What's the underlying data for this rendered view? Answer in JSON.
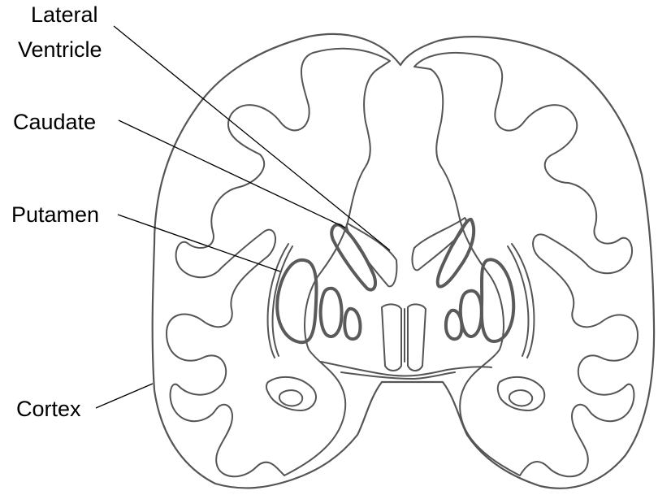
{
  "labels": {
    "lateral_ventricle_line1": "Lateral",
    "lateral_ventricle_line2": "Ventricle",
    "caudate": "Caudate",
    "putamen": "Putamen",
    "cortex": "Cortex"
  },
  "colors": {
    "outline": "#555555",
    "text": "#000000",
    "leader": "#000000",
    "background": "#ffffff"
  }
}
